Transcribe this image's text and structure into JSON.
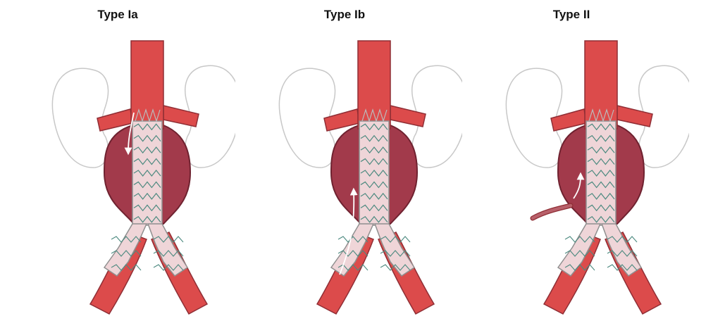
{
  "panels": [
    {
      "title": "Type Ia",
      "offset": 0,
      "leak": "ia"
    },
    {
      "title": "Type Ib",
      "offset": 322,
      "leak": "ib"
    },
    {
      "title": "Type II",
      "offset": 644,
      "leak": "ii"
    }
  ],
  "colors": {
    "vessel": "#dc4b4b",
    "vessel_edge": "#8f2e35",
    "sac": "#a23a4b",
    "sac_edge": "#6f2230",
    "graft": "#efd5d8",
    "graft_edge": "#8f8f8f",
    "stent_wire": "#4d8a80",
    "kidney_outline": "#c8c8c8",
    "leak_arrow": "#ffffff"
  }
}
